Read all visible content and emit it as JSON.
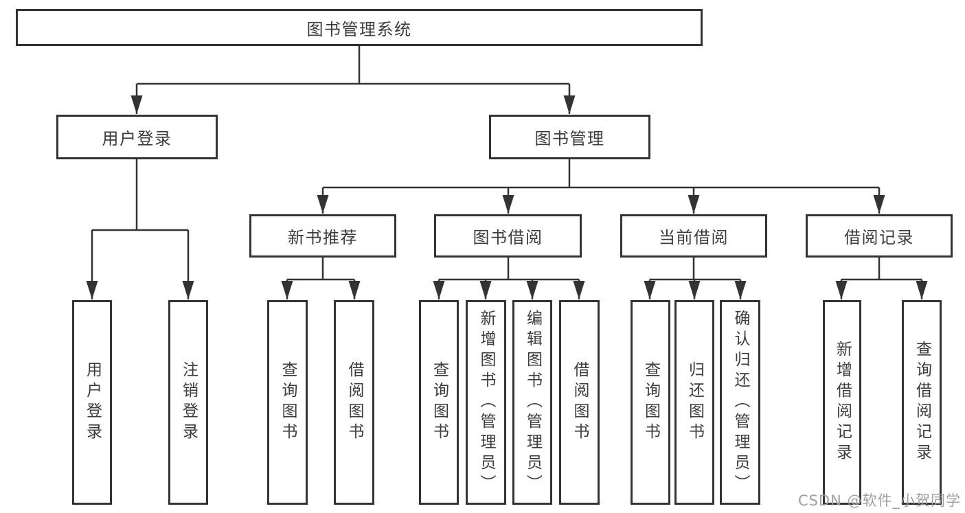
{
  "diagram": {
    "root": {
      "label": "图书管理系统"
    },
    "level2": {
      "user_login": {
        "label": "用户登录"
      },
      "book_management": {
        "label": "图书管理"
      }
    },
    "level3": {
      "new_book_recommend": {
        "label": "新书推荐"
      },
      "book_borrowing": {
        "label": "图书借阅"
      },
      "current_borrowing": {
        "label": "当前借阅"
      },
      "borrowing_records": {
        "label": "借阅记录"
      }
    },
    "leaves": {
      "user_login": {
        "label": "用户登录"
      },
      "logout": {
        "label": "注销登录"
      },
      "recommend_query_books": {
        "label": "查询图书"
      },
      "recommend_borrow_books": {
        "label": "借阅图书"
      },
      "borrowing_query_books": {
        "label": "查询图书"
      },
      "borrowing_add_books": {
        "label": "新增图书（管理员）"
      },
      "borrowing_edit_books": {
        "label": "编辑图书（管理员）"
      },
      "borrowing_borrow_books": {
        "label": "借阅图书"
      },
      "current_query_books": {
        "label": "查询图书"
      },
      "current_return_books": {
        "label": "归还图书"
      },
      "current_confirm_return": {
        "label": "确认归还（管理员）"
      },
      "records_add_record": {
        "label": "新增借阅记录"
      },
      "records_query_record": {
        "label": "查询借阅记录"
      }
    },
    "watermark": "CSDN @软件_小贺同学",
    "colors": {
      "line": "#333333",
      "text": "#3c3c3c",
      "watermark": "#a0a0a0",
      "background": "#ffffff"
    }
  }
}
